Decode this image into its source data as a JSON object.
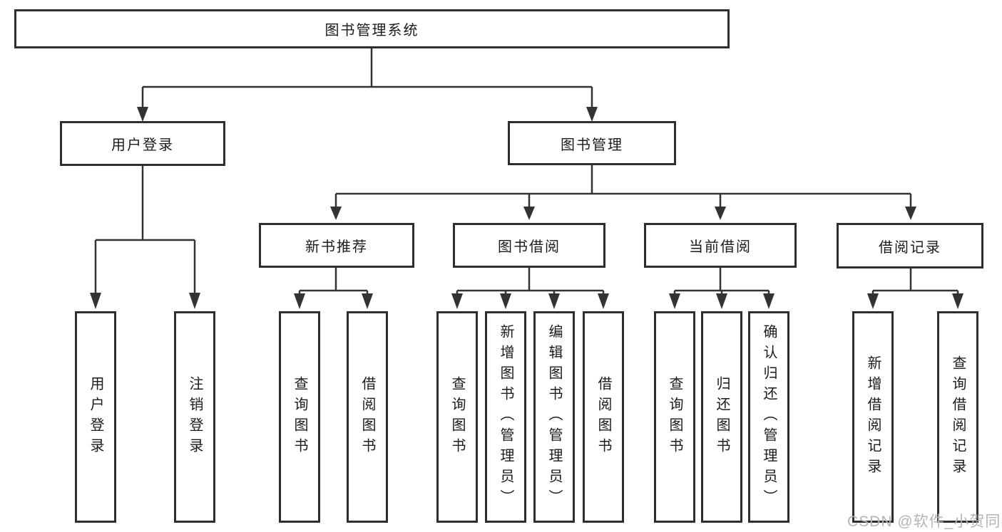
{
  "diagram": {
    "root": {
      "label": "图书管理系统"
    },
    "branches": [
      {
        "label": "用户登录",
        "children": [
          {
            "label": "用户登录"
          },
          {
            "label": "注销登录"
          }
        ]
      },
      {
        "label": "图书管理",
        "children": [
          {
            "label": "新书推荐",
            "children": [
              {
                "label": "查询图书"
              },
              {
                "label": "借阅图书"
              }
            ]
          },
          {
            "label": "图书借阅",
            "children": [
              {
                "label": "查询图书"
              },
              {
                "label": "新增图书（管理员）"
              },
              {
                "label": "编辑图书（管理员）"
              },
              {
                "label": "借阅图书"
              }
            ]
          },
          {
            "label": "当前借阅",
            "children": [
              {
                "label": "查询图书"
              },
              {
                "label": "归还图书"
              },
              {
                "label": "确认归还（管理员）"
              }
            ]
          },
          {
            "label": "借阅记录",
            "children": [
              {
                "label": "新增借阅记录"
              },
              {
                "label": "查询借阅记录"
              }
            ]
          }
        ]
      }
    ]
  },
  "watermark": {
    "text": "CSDN @软件_小贺同学"
  },
  "colors": {
    "line": "#333333",
    "box_border": "#2e2e2e",
    "text": "#1b1b1b",
    "watermark": "#b4b4b4",
    "background": "#ffffff"
  }
}
